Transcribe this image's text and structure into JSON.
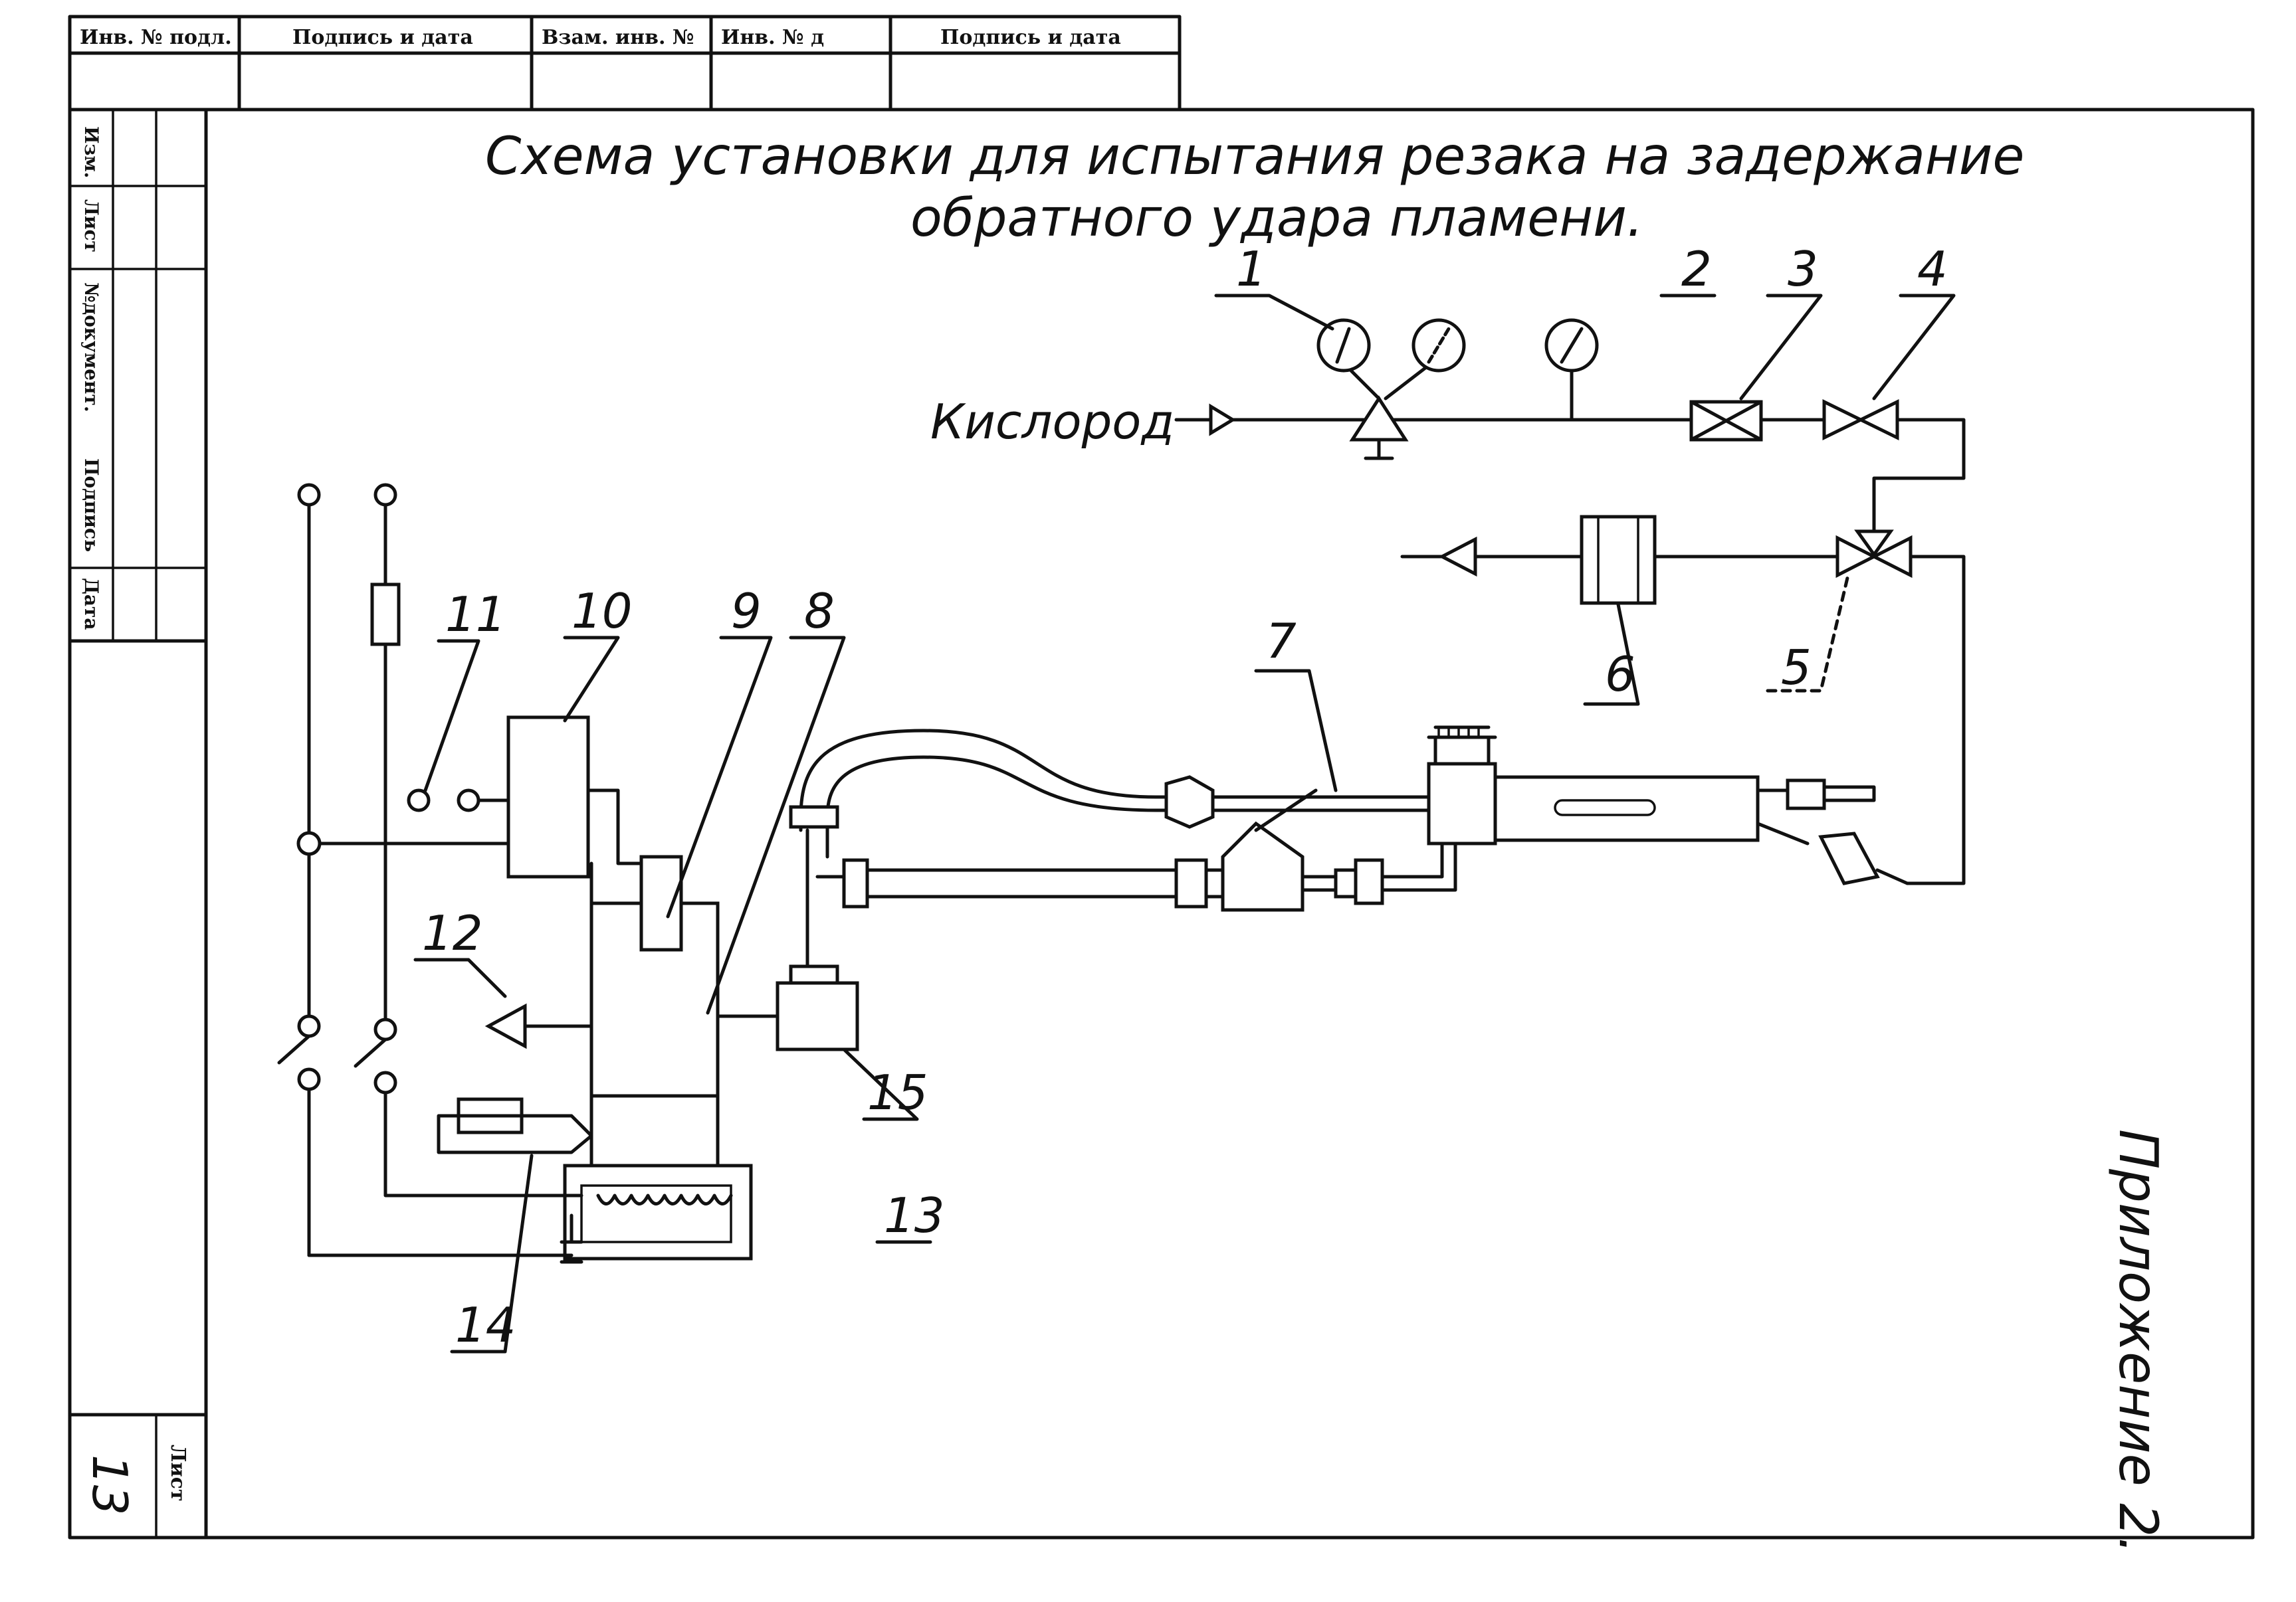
{
  "stamp": {
    "headers": [
      "Инв. № подл.",
      "Подпись и дата",
      "Взам. инв. №",
      "Инв. № д",
      "Подпись и дата"
    ],
    "side": [
      "Изм.",
      "Лист",
      "№документ.",
      "Подпись",
      "Дата"
    ],
    "sheet_label": "Лист",
    "sheet_number": "13"
  },
  "title": {
    "line1": "Схема установки для испытания резака на задержание",
    "line2": "обратного удара пламени."
  },
  "inlet_label": "Кислород",
  "appendix": "Приложение 2.",
  "callouts": [
    "1",
    "2",
    "3",
    "4",
    "5",
    "6",
    "7",
    "8",
    "9",
    "10",
    "11",
    "12",
    "13",
    "14",
    "15"
  ]
}
